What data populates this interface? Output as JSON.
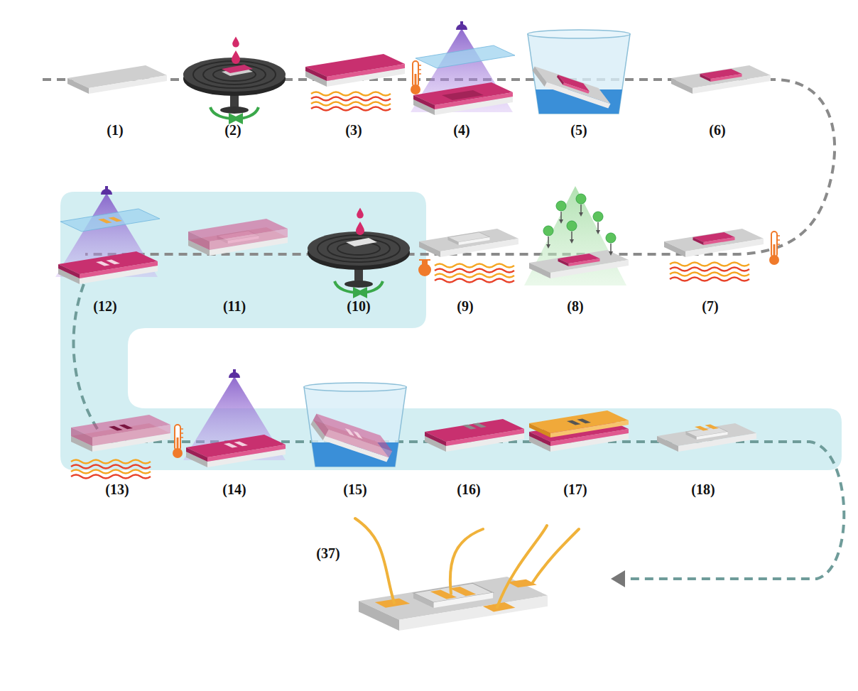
{
  "diagram": {
    "labels": [
      "(1)",
      "(2)",
      "(3)",
      "(4)",
      "(5)",
      "(6)",
      "(12)",
      "(11)",
      "(10)",
      "(9)",
      "(8)",
      "(7)",
      "(13)",
      "(14)",
      "(15)",
      "(16)",
      "(17)",
      "(18)",
      "(37)"
    ]
  }
}
